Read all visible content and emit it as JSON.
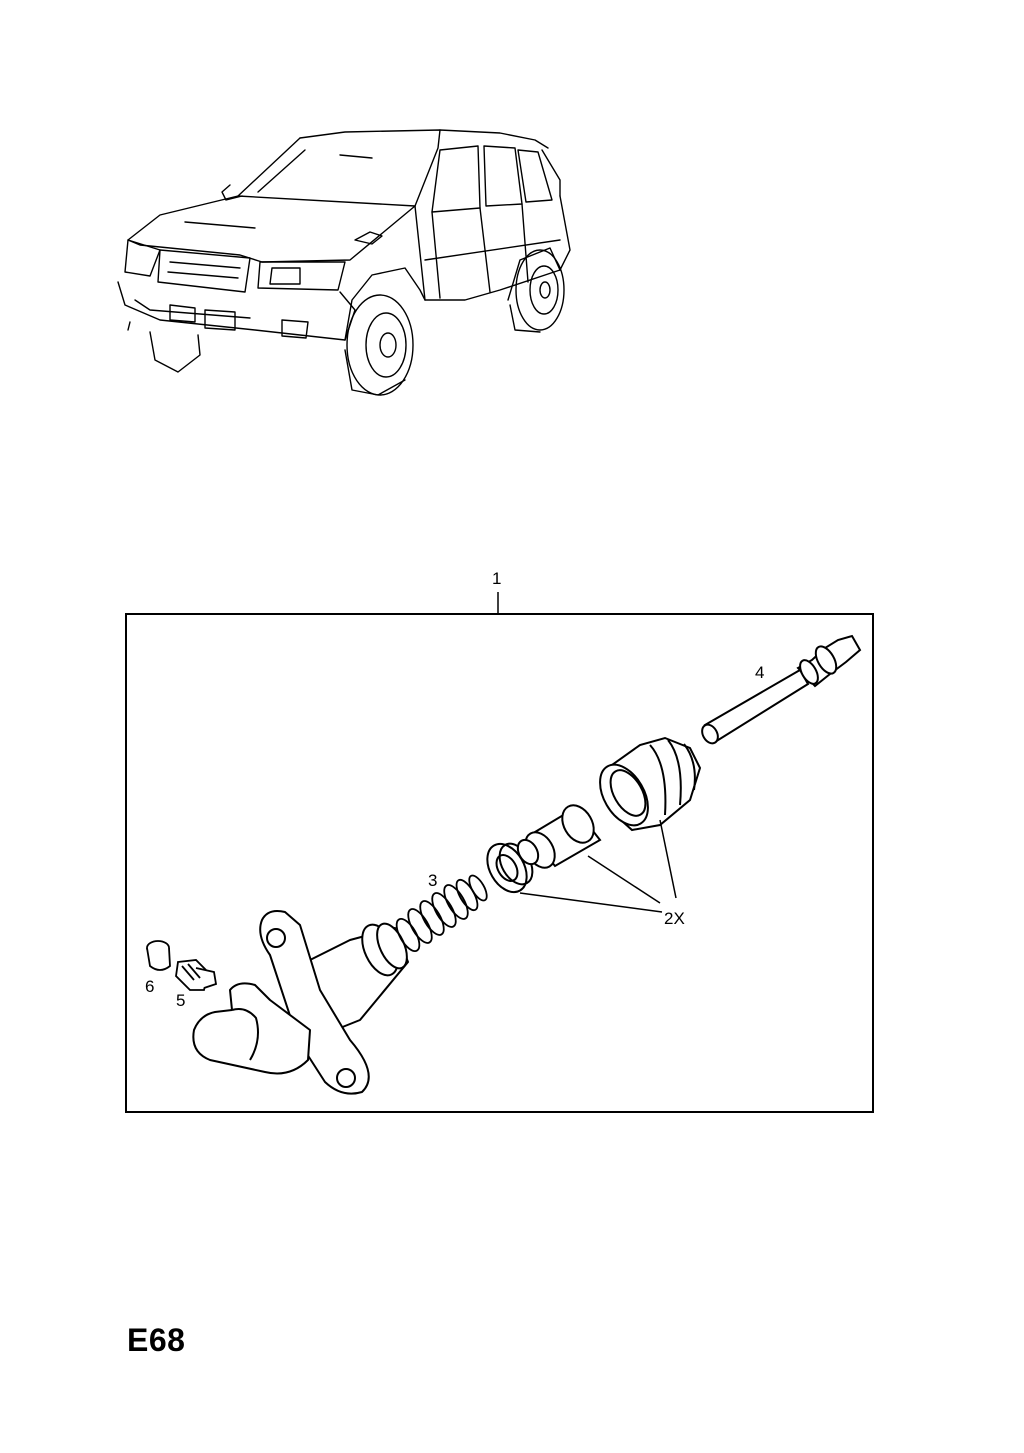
{
  "page_code": "E68",
  "callouts": {
    "c1": "1",
    "c2x": "2X",
    "c3": "3",
    "c4": "4",
    "c5": "5",
    "c6": "6"
  }
}
